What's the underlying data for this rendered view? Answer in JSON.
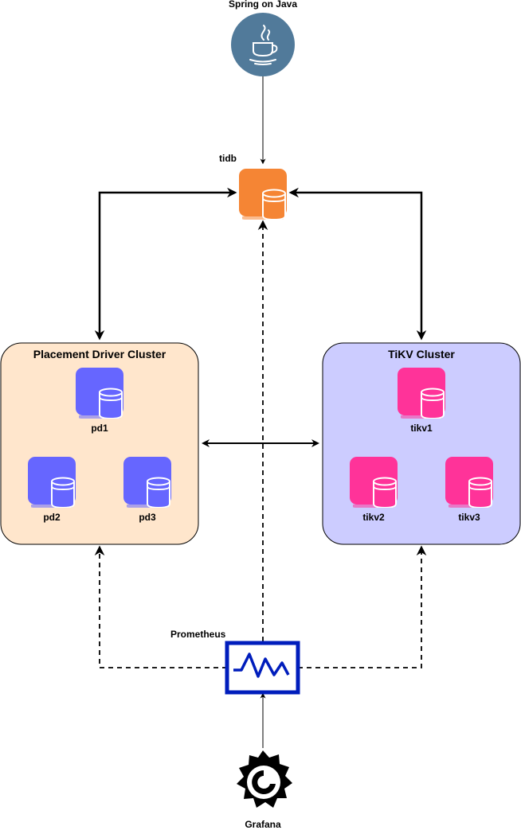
{
  "nodes": {
    "java": {
      "label": "Spring on Java"
    },
    "tidb": {
      "label": "tidb",
      "color": "#F58534"
    },
    "prometheus": {
      "label": "Prometheus",
      "color": "#001DBC"
    },
    "grafana": {
      "label": "Grafana"
    }
  },
  "clusters": {
    "pd": {
      "title": "Placement Driver Cluster",
      "fill": "#FFE6CC",
      "icon_color": "#6666FF",
      "members": [
        {
          "label": "pd1"
        },
        {
          "label": "pd2"
        },
        {
          "label": "pd3"
        }
      ]
    },
    "tikv": {
      "title": "TiKV Cluster",
      "fill": "#CCCCFF",
      "icon_color": "#FF3399",
      "members": [
        {
          "label": "tikv1"
        },
        {
          "label": "tikv2"
        },
        {
          "label": "tikv3"
        }
      ]
    }
  },
  "colors": {
    "java_circle": "#517A9A",
    "edge": "#000000"
  }
}
